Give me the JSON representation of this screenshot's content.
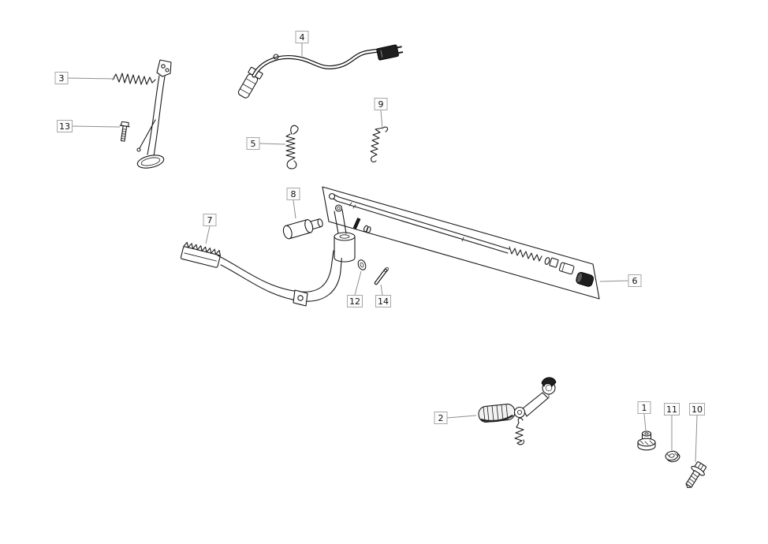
{
  "canvas": {
    "background": "#ffffff",
    "line_color": "#1a1a1a",
    "dark_fill": "#1e1e1e",
    "callout_border": "#a7a7a7",
    "leader_color": "#8f8f8f"
  },
  "callouts": {
    "n1": "1",
    "n2": "2",
    "n3": "3",
    "n4": "4",
    "n5": "5",
    "n6": "6",
    "n7": "7",
    "n8": "8",
    "n9": "9",
    "n10": "10",
    "n11": "11",
    "n12": "12",
    "n13": "13",
    "n14": "14"
  }
}
